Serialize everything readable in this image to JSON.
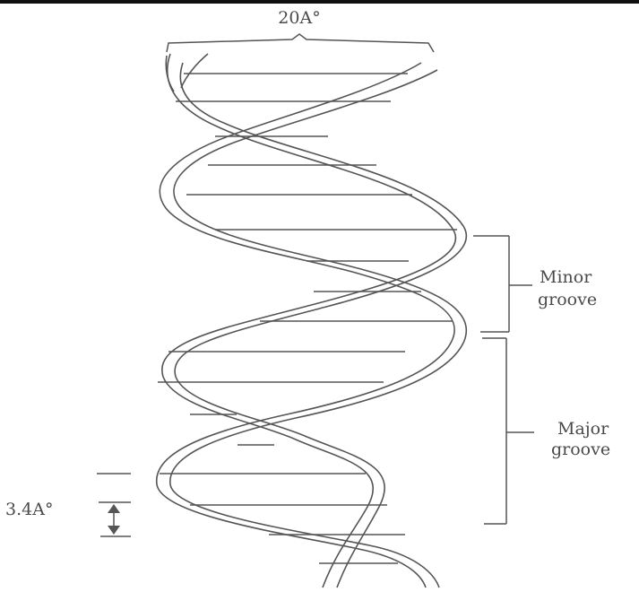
{
  "labels": {
    "width": "20A°",
    "minor_groove_line1": "Minor",
    "minor_groove_line2": "groove",
    "major_groove_line1": "Major",
    "major_groove_line2": "groove",
    "rise": "3.4A°"
  },
  "colors": {
    "ink": "#4a4a4a",
    "background": "#ffffff",
    "top_border": "#111111"
  }
}
